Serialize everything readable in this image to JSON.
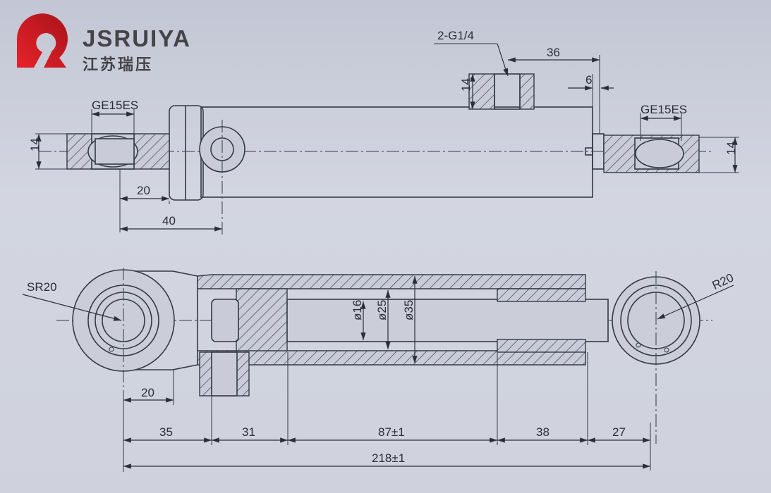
{
  "logo": {
    "name": "JSRUIYA",
    "chinese_name": "江苏瑞压",
    "brand_color": "#d41f26"
  },
  "top_view": {
    "port_label": "2-G1/4",
    "port_offset": "36",
    "end_gap": "6",
    "port_height": "14",
    "left_bearing": "GE15ES",
    "right_bearing": "GE15ES",
    "left_eye_width": "14",
    "right_eye_width": "14",
    "dim_20": "20",
    "dim_40": "40"
  },
  "section_view": {
    "left_radius": "SR20",
    "right_radius": "R20",
    "rod_diameter": "ø16",
    "piston_rod_diameter": "ø25",
    "bore_diameter": "ø35",
    "dim_20": "20",
    "segments": [
      "35",
      "31",
      "87±1",
      "38",
      "27"
    ],
    "overall": "218±1"
  }
}
